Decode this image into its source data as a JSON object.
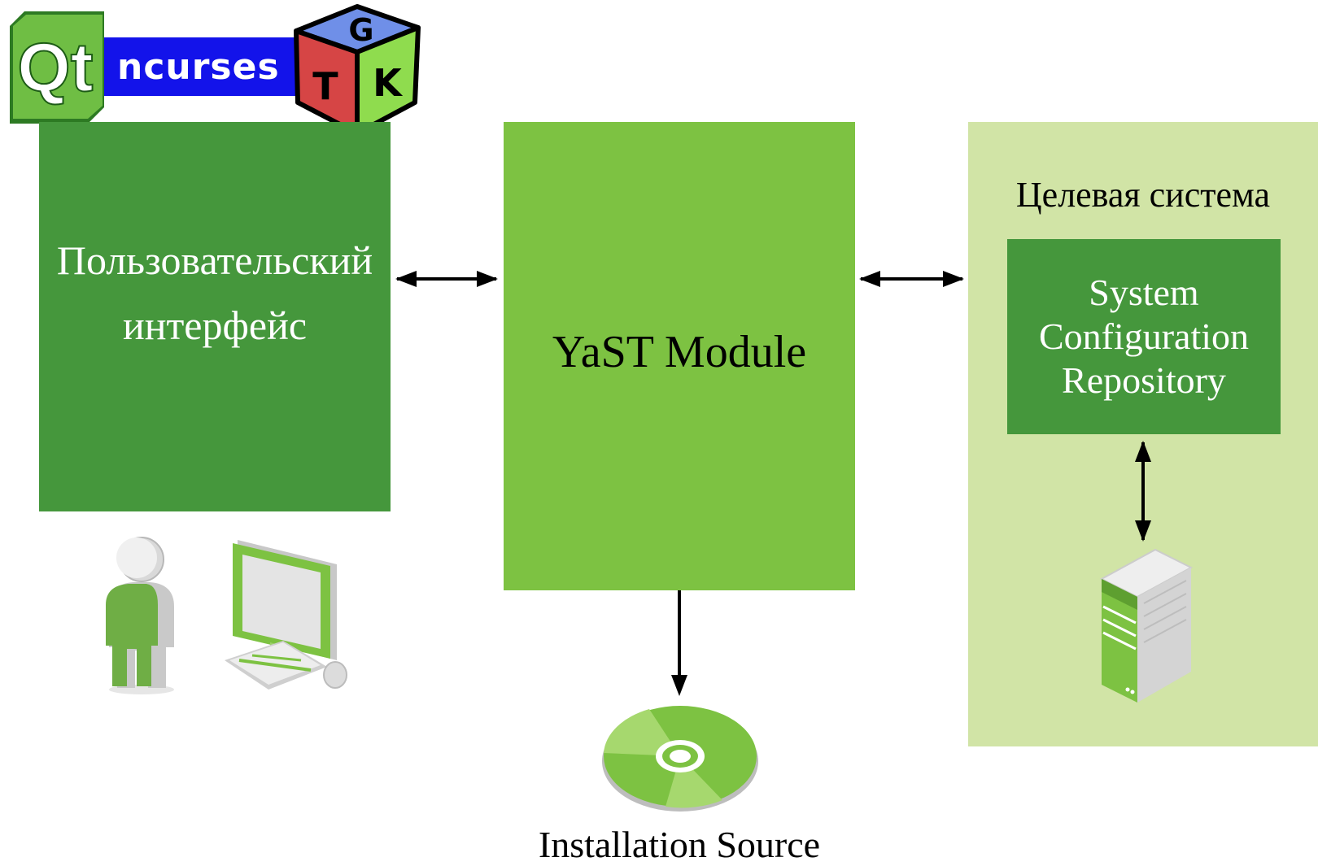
{
  "logos": {
    "qt": "Qt",
    "ncurses": "ncurses",
    "gtk": [
      "G",
      "T",
      "K"
    ]
  },
  "user_interface": {
    "label_line1": "Пользовательский",
    "label_line2": "интерфейс"
  },
  "yast_module": {
    "label": "YaST Module"
  },
  "target_system": {
    "label": "Целевая система",
    "repository": {
      "line1": "System",
      "line2": "Configuration",
      "line3": "Repository"
    }
  },
  "installation_source": {
    "label": "Installation Source"
  },
  "icons": [
    "person-icon",
    "computer-icon",
    "server-icon",
    "disc-icon"
  ],
  "colors": {
    "dark_green": "#45973c",
    "light_green": "#7dc242",
    "pale_green": "#d1e4a6",
    "ncurses_blue": "#1313ea"
  }
}
